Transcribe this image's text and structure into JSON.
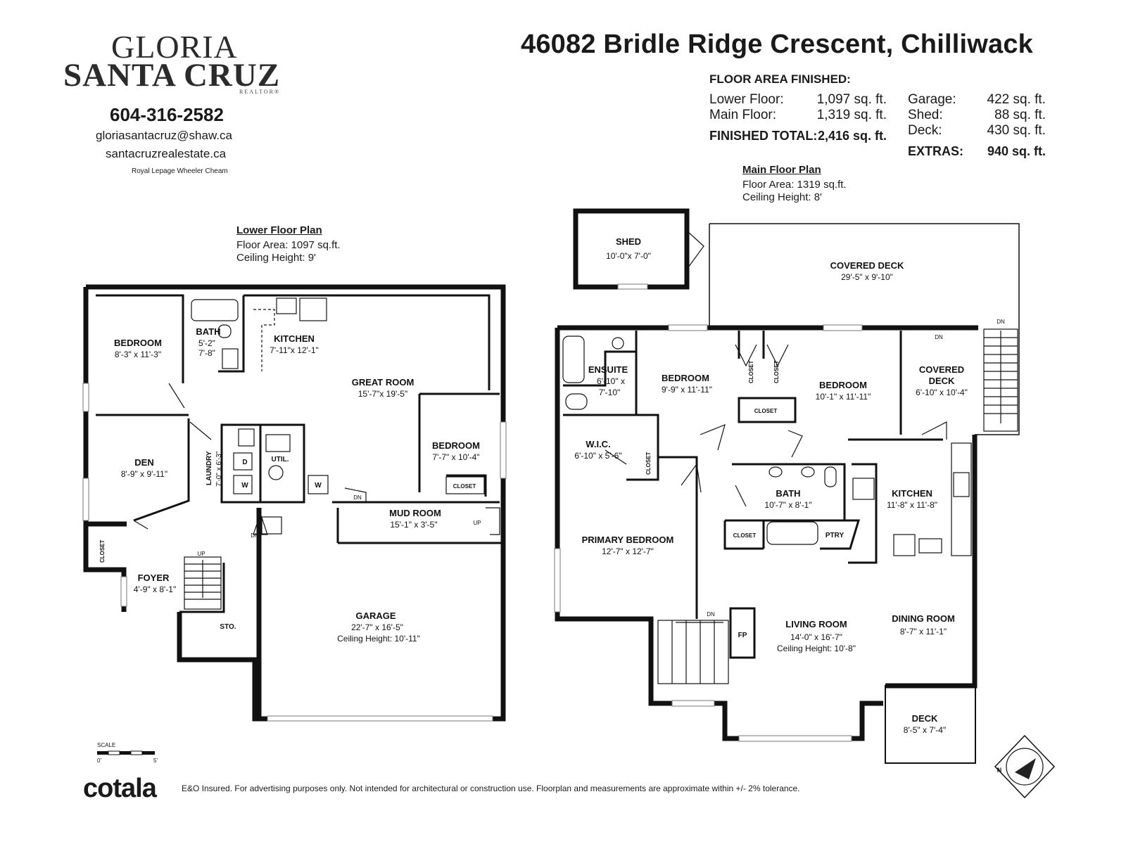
{
  "branding": {
    "name_line1": "GLORIA",
    "name_line2": "SANTA CRUZ",
    "realtor": "REALTOR®",
    "phone": "604-316-2582",
    "email": "gloriasantacruz@shaw.ca",
    "website": "santacruzrealestate.ca",
    "brokerage": "Royal Lepage Wheeler Cheam"
  },
  "address": "46082 Bridle Ridge Crescent, Chilliwack",
  "floor_area": {
    "heading": "FLOOR AREA FINISHED:",
    "lower_label": "Lower Floor:",
    "lower_value": "1,097 sq. ft.",
    "main_label": "Main Floor:",
    "main_value": "1,319 sq. ft.",
    "total_label": "FINISHED TOTAL:",
    "total_value": "2,416 sq. ft.",
    "garage_label": "Garage:",
    "garage_value": "422 sq. ft.",
    "shed_label": "Shed:",
    "shed_value": "88 sq. ft.",
    "deck_label": "Deck:",
    "deck_value": "430 sq. ft.",
    "extras_label": "EXTRAS:",
    "extras_value": "940 sq. ft."
  },
  "lower_plan": {
    "title": "Lower Floor Plan",
    "area": "Floor Area: 1097 sq.ft.",
    "ceiling": "Ceiling Height: 9'",
    "rooms": {
      "bedroom1": {
        "name": "BEDROOM",
        "dim": "8'-3\" x 11'-3\""
      },
      "bath": {
        "name": "BATH",
        "dim1": "5'-2\"",
        "dim2": "7'-8\""
      },
      "kitchen": {
        "name": "KITCHEN",
        "dim": "7'-11\"x 12'-1\""
      },
      "great_room": {
        "name": "GREAT ROOM",
        "dim": "15'-7\"x 19'-5\""
      },
      "den": {
        "name": "DEN",
        "dim": "8'-9\" x 9'-11\""
      },
      "laundry": {
        "name": "LAUNDRY",
        "dim": "7'-0\" x 6'-3\""
      },
      "util": {
        "name": "UTIL."
      },
      "bedroom2": {
        "name": "BEDROOM",
        "dim": "7'-7\" x 10'-4\""
      },
      "closet_bed": {
        "name": "CLOSET"
      },
      "mud_room": {
        "name": "MUD ROOM",
        "dim": "15'-1\" x 3'-5\""
      },
      "closet_foyer": {
        "name": "CLOSET"
      },
      "foyer": {
        "name": "FOYER",
        "dim": "4'-9\" x 8'-1\""
      },
      "sto": {
        "name": "STO."
      },
      "garage": {
        "name": "GARAGE",
        "dim": "22'-7\" x 16'-5\"",
        "ceiling": "Ceiling Height: 10'-11\""
      }
    },
    "marks": {
      "d": "D",
      "w1": "W",
      "w2": "W",
      "up": "UP",
      "dn": "DN",
      "dn2": "DN",
      "up2": "UP"
    }
  },
  "main_plan": {
    "title": "Main Floor Plan",
    "area": "Floor Area: 1319 sq.ft.",
    "ceiling": "Ceiling Height: 8'",
    "rooms": {
      "shed": {
        "name": "SHED",
        "dim": "10'-0\"x 7'-0\""
      },
      "covered_deck_top": {
        "name": "COVERED DECK",
        "dim": "29'-5\" x 9'-10\""
      },
      "ensuite": {
        "name": "ENSUITE",
        "dim1": "6'-10\" x",
        "dim2": "7'-10\""
      },
      "bedroom1": {
        "name": "BEDROOM",
        "dim": "9'-9\" x 11'-11\""
      },
      "closet1": {
        "name": "CLOSET"
      },
      "closet2": {
        "name": "CLOSET"
      },
      "bedroom2": {
        "name": "BEDROOM",
        "dim": "10'-1\" x 11'-11\""
      },
      "closet3": {
        "name": "CLOSET"
      },
      "covered_deck_side": {
        "name1": "COVERED",
        "name2": "DECK",
        "dim": "6'-10\" x 10'-4\""
      },
      "wic": {
        "name": "W.I.C.",
        "dim": "6'-10\" x 5'-6\""
      },
      "closet4": {
        "name": "CLOSET"
      },
      "bath": {
        "name": "BATH",
        "dim": "10'-7\" x 8'-1\""
      },
      "kitchen": {
        "name": "KITCHEN",
        "dim": "11'-8\" x 11'-8\""
      },
      "closet5": {
        "name": "CLOSET"
      },
      "ptry": {
        "name": "PTRY"
      },
      "primary": {
        "name": "PRIMARY BEDROOM",
        "dim": "12'-7\" x 12'-7\""
      },
      "living": {
        "name": "LIVING ROOM",
        "dim": "14'-0\" x 16'-7\"",
        "ceiling": "Ceiling Height: 10'-8\""
      },
      "dining": {
        "name": "DINING ROOM",
        "dim": "8'-7\" x 11'-1\""
      },
      "deck": {
        "name": "DECK",
        "dim": "8'-5\" x 7'-4\""
      }
    },
    "marks": {
      "fp": "FP",
      "dn1": "DN",
      "dn2": "DN",
      "dn3": "DN",
      "north": "N"
    }
  },
  "scale": {
    "label": "SCALE",
    "start": "0'",
    "end": "5'"
  },
  "footer": {
    "logo": "cotala",
    "disclaimer": "E&O Insured. For advertising purposes only. Not intended for architectural or construction use. Floorplan and measurements are approximate within +/- 2% tolerance."
  }
}
